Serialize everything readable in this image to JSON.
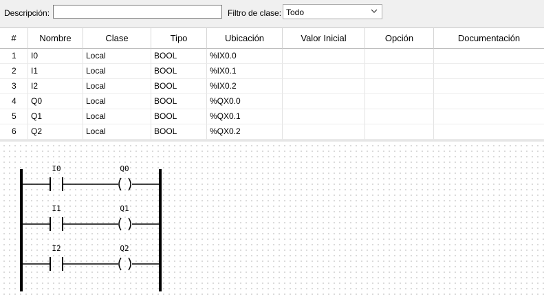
{
  "filter": {
    "description_label": "Descripción:",
    "description_value": "",
    "class_filter_label": "Filtro de clase:",
    "class_filter_value": "Todo"
  },
  "table": {
    "columns": [
      "#",
      "Nombre",
      "Clase",
      "Tipo",
      "Ubicación",
      "Valor Inicial",
      "Opción",
      "Documentación"
    ],
    "rows": [
      [
        "1",
        "I0",
        "Local",
        "BOOL",
        "%IX0.0",
        "",
        "",
        ""
      ],
      [
        "2",
        "I1",
        "Local",
        "BOOL",
        "%IX0.1",
        "",
        "",
        ""
      ],
      [
        "3",
        "I2",
        "Local",
        "BOOL",
        "%IX0.2",
        "",
        "",
        ""
      ],
      [
        "4",
        "Q0",
        "Local",
        "BOOL",
        "%QX0.0",
        "",
        "",
        ""
      ],
      [
        "5",
        "Q1",
        "Local",
        "BOOL",
        "%QX0.1",
        "",
        "",
        ""
      ],
      [
        "6",
        "Q2",
        "Local",
        "BOOL",
        "%QX0.2",
        "",
        "",
        ""
      ]
    ]
  },
  "ladder": {
    "rungs": [
      {
        "contact": "I0",
        "coil": "Q0"
      },
      {
        "contact": "I1",
        "coil": "Q1"
      },
      {
        "contact": "I2",
        "coil": "Q2"
      }
    ]
  },
  "icons": {
    "dropdown": "chevron-down-icon"
  }
}
